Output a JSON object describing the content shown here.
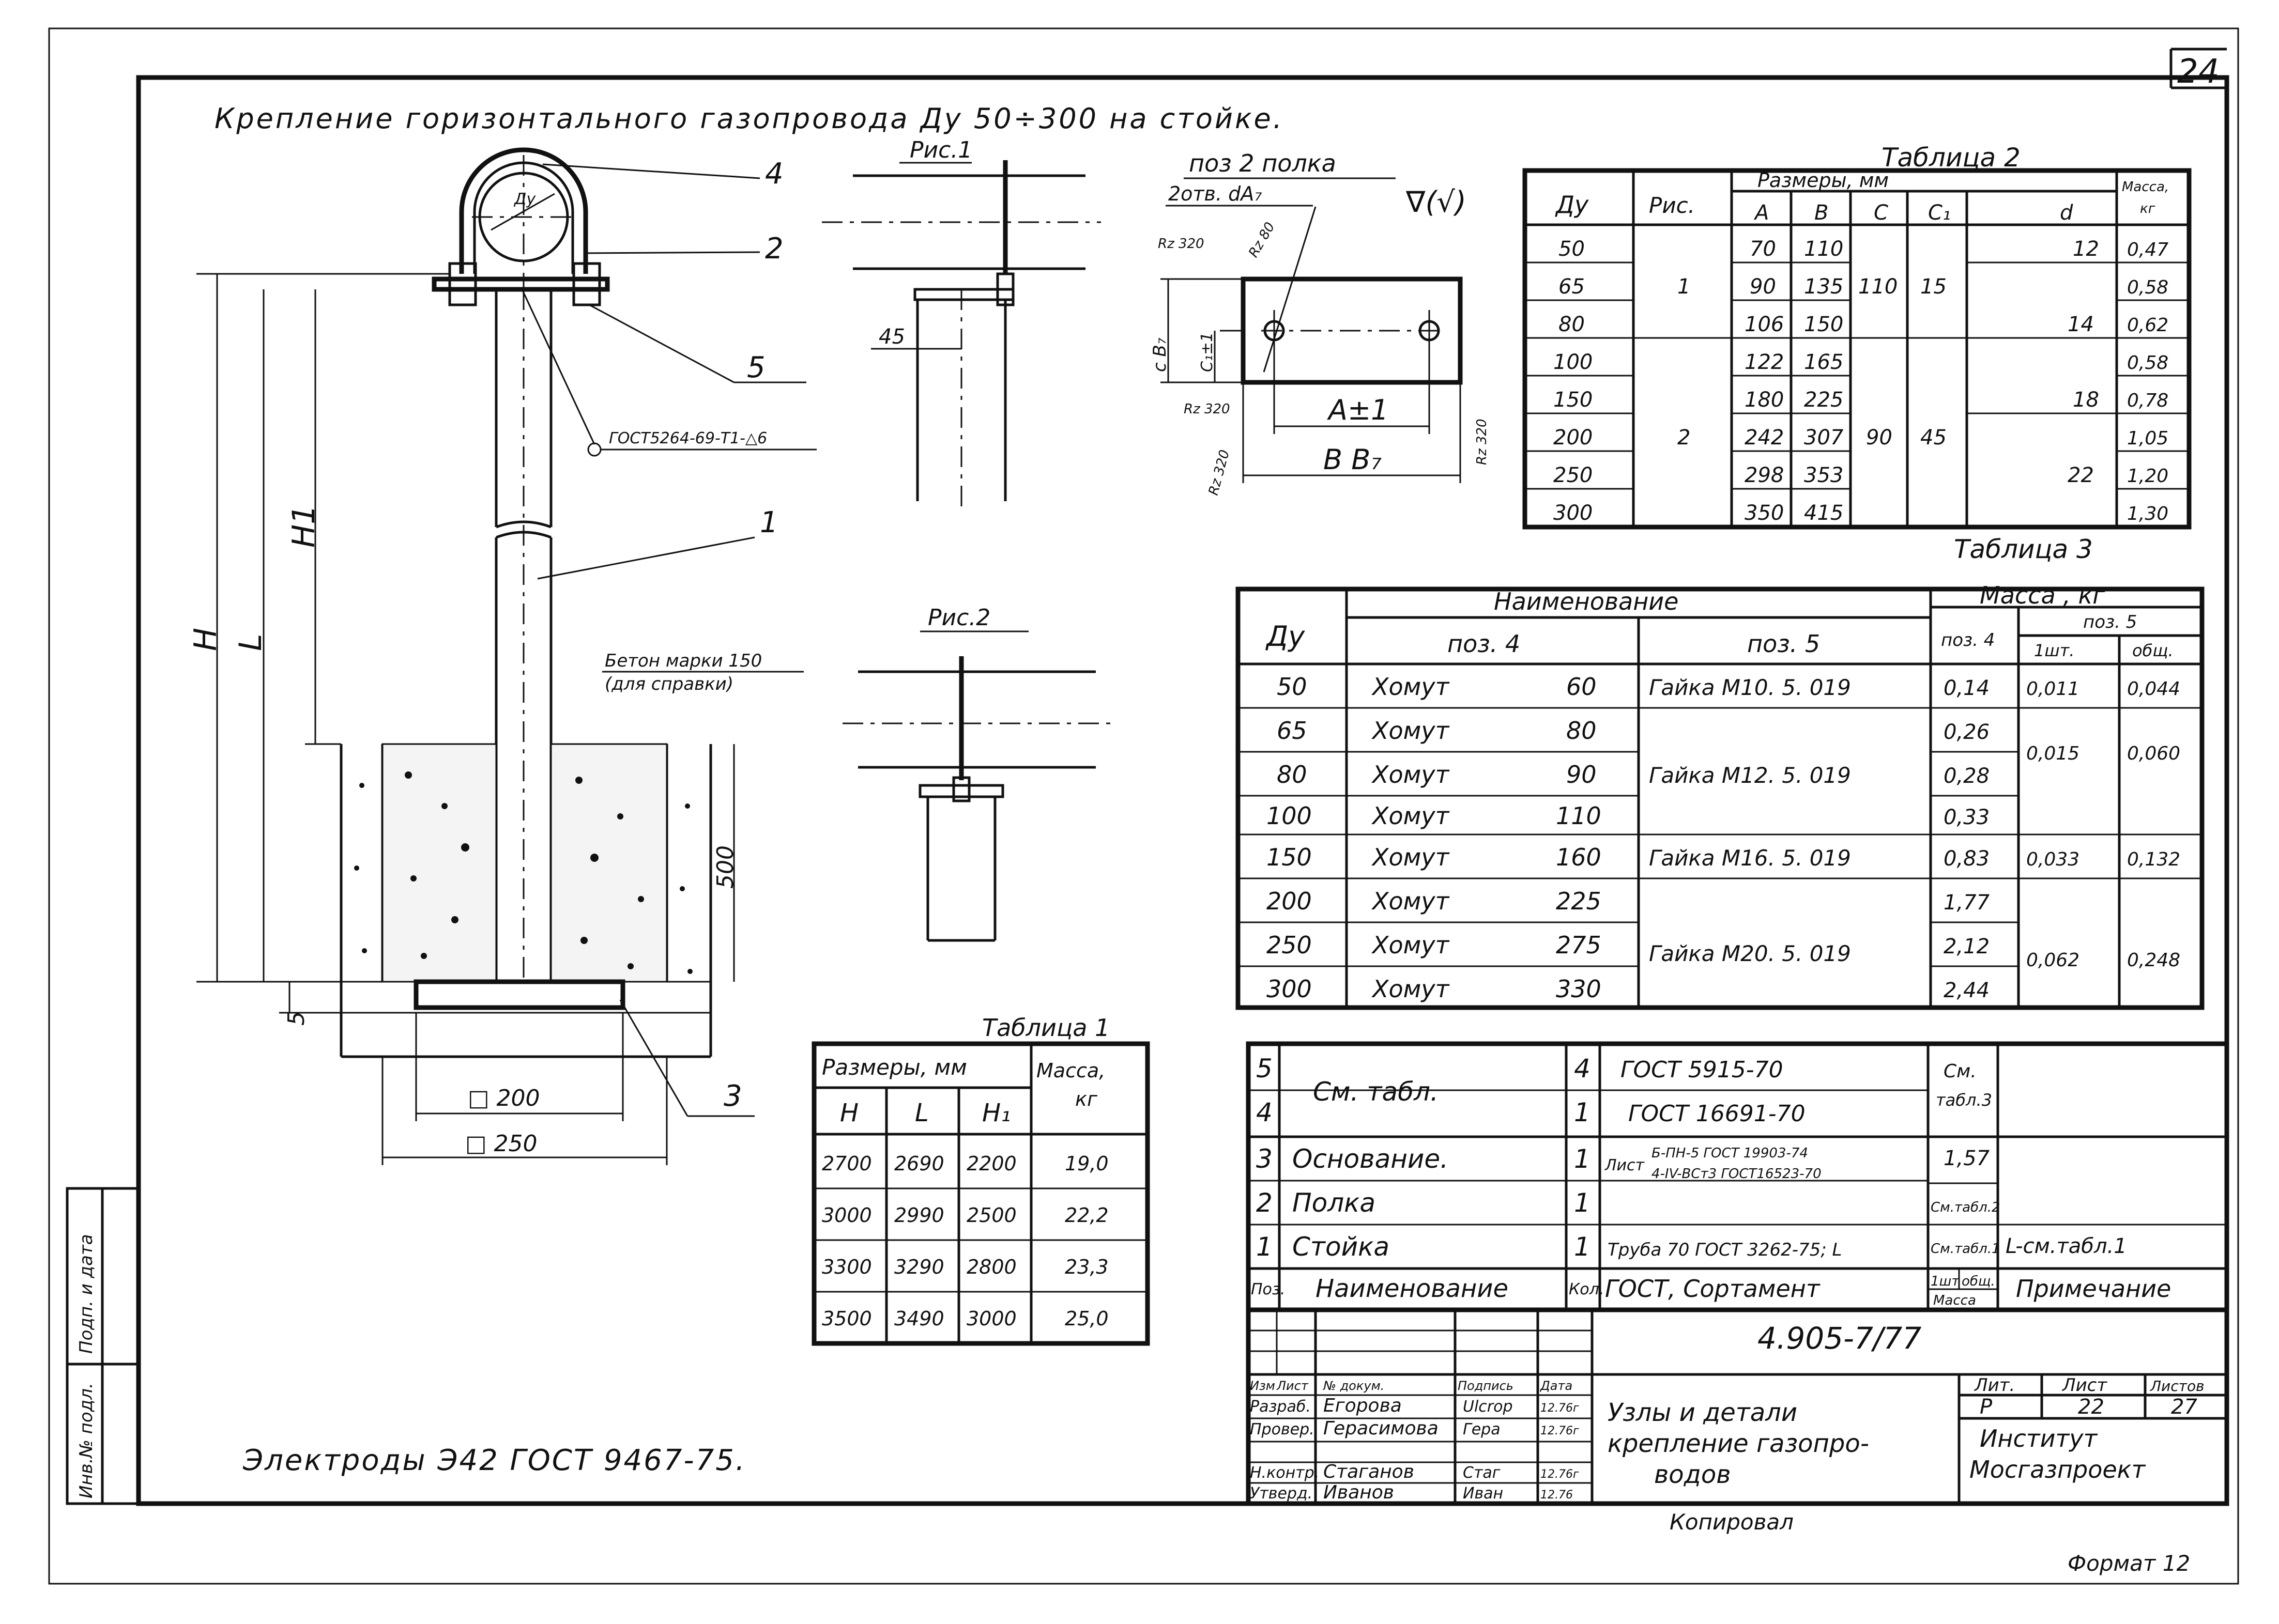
{
  "sheet_number": "24",
  "title": "Крепление горизонтального газопровода Ду 50÷300 на стойке.",
  "fig1_label": "Рис.1",
  "fig2_label": "Рис.2",
  "shelf": {
    "title": "поз 2 полка",
    "holes": "2отв. dA₇",
    "finish_mark": "∇(√)",
    "rough": [
      "Rz 320",
      "Rz 80",
      "Rz 320",
      "Rz 320",
      "Rz 320"
    ],
    "dims": [
      "A±1",
      "B B₇",
      "c B₇",
      "C₁±1"
    ]
  },
  "main_view": {
    "callouts": [
      "4",
      "2",
      "5",
      "1",
      "3"
    ],
    "weld_note": "ГОСТ5264-69-Т1-△6",
    "concrete_note_1": "Бетон марки 150",
    "concrete_note_2": "(для справки)",
    "dims": [
      "Ду",
      "H",
      "L",
      "H1",
      "500",
      "5",
      "□ 200",
      "□ 250"
    ],
    "dim_45": "45"
  },
  "table2": {
    "title": "Таблица 2",
    "head_du": "Ду",
    "head_ris": "Рис.",
    "head_sizes": "Размеры, мм",
    "head_mass": [
      "Масса,",
      "кг"
    ],
    "cols": [
      "A",
      "B",
      "C",
      "C₁",
      "d"
    ],
    "du": [
      "50",
      "65",
      "80",
      "100",
      "150",
      "200",
      "250",
      "300"
    ],
    "A": [
      "70",
      "90",
      "106",
      "122",
      "180",
      "242",
      "298",
      "350"
    ],
    "B": [
      "110",
      "135",
      "150",
      "165",
      "225",
      "307",
      "353",
      "415"
    ],
    "mass": [
      "0,47",
      "0,58",
      "0,62",
      "0,58",
      "0,78",
      "1,05",
      "1,20",
      "1,30"
    ],
    "ris_1": "1",
    "ris_2": "2",
    "c_1": "110",
    "c_2": "90",
    "c1_1": "15",
    "c1_2": "45",
    "d_12": "12",
    "d_14": "14",
    "d_18": "18",
    "d_22": "22"
  },
  "table3": {
    "title": "Таблица 3",
    "head_du": "Ду",
    "head_name": "Наименование",
    "head_mass": "Масса , кг",
    "head_pos4": "поз. 4",
    "head_pos5": "поз. 5",
    "head_mpos4": "поз. 4",
    "head_mpos5": "поз. 5",
    "head_1sht": "1шт.",
    "head_obsh": "общ.",
    "du": [
      "50",
      "65",
      "80",
      "100",
      "150",
      "200",
      "250",
      "300"
    ],
    "clamp_word": "Хомут",
    "clamp": [
      "60",
      "80",
      "90",
      "110",
      "160",
      "225",
      "275",
      "330"
    ],
    "nut_1": "Гайка М10. 5. 019",
    "nut_2": "Гайка М12. 5. 019",
    "nut_3": "Гайка М16. 5. 019",
    "nut_4": "Гайка М20. 5. 019",
    "mass4": [
      "0,14",
      "0,26",
      "0,28",
      "0,33",
      "0,83",
      "1,77",
      "2,12",
      "2,44"
    ],
    "m5_1": "0,011",
    "m5o_1": "0,044",
    "m5_2": "0,015",
    "m5o_2": "0,060",
    "m5_3": "0,033",
    "m5o_3": "0,132",
    "m5_4": "0,062",
    "m5o_4": "0,248"
  },
  "table1": {
    "title": "Таблица 1",
    "head_sizes": "Размеры, мм",
    "head_mass": [
      "Масса,",
      "кг"
    ],
    "cols": [
      "H",
      "L",
      "H₁"
    ],
    "rows": [
      [
        "2700",
        "2690",
        "2200",
        "19,0"
      ],
      [
        "3000",
        "2990",
        "2500",
        "22,2"
      ],
      [
        "3300",
        "3290",
        "2800",
        "23,3"
      ],
      [
        "3500",
        "3490",
        "3000",
        "25,0"
      ]
    ]
  },
  "spec": {
    "rows": [
      {
        "pos": "5",
        "name": "См. табл.",
        "qty": "4",
        "gost": "ГОСТ 5915-70",
        "mass": "См.",
        "note": ""
      },
      {
        "pos": "4",
        "name": "",
        "qty": "1",
        "gost": "ГОСТ 16691-70",
        "mass": "табл.3",
        "note": ""
      },
      {
        "pos": "3",
        "name": "Основание.",
        "qty": "1",
        "gost": "",
        "mass": "1,57",
        "note": ""
      },
      {
        "pos": "2",
        "name": "Полка",
        "qty": "1",
        "gost": "",
        "mass": "См.табл.2",
        "note": ""
      },
      {
        "pos": "1",
        "name": "Стойка",
        "qty": "1",
        "gost": "Труба 70 ГОСТ 3262-75; L",
        "mass": "См.табл.1",
        "note": "L-см.табл.1"
      }
    ],
    "list_word": "Лист",
    "list_top": "Б-ПН-5 ГОСТ 19903-74",
    "list_bot": "4-IV-ВСт3 ГОСТ16523-70",
    "head_poz": "Поз.",
    "head_name": "Наименование",
    "head_qty": "Кол.",
    "head_gost": "ГОСТ, Сортамент",
    "head_1sht": "1шт",
    "head_obsh": "общ.",
    "head_mass": "Масса",
    "head_note": "Примечание"
  },
  "stamp": {
    "code": "4.905-7/77",
    "head": [
      "Изм",
      "Лист",
      "№ докум.",
      "Подпись",
      "Дата"
    ],
    "people": [
      {
        "role": "Разраб.",
        "name": "Егорова",
        "sign": "Ulcrop",
        "date": "12.76г"
      },
      {
        "role": "Провер.",
        "name": "Герасимова",
        "sign": "Гера",
        "date": "12.76г"
      },
      {
        "role": "Н.контр.",
        "name": "Стаганов",
        "sign": "Стаг",
        "date": "12.76г"
      },
      {
        "role": "Утверд.",
        "name": "Иванов",
        "sign": "Иван",
        "date": "12.76"
      }
    ],
    "title_1": "Узлы и детали",
    "title_2": "крепление газопро-",
    "title_3": "водов",
    "lit_head": "Лит.",
    "list_head": "Лист",
    "lists_head": "Листов",
    "lit": "Р",
    "list": "22",
    "lists": "27",
    "org_1": "Институт",
    "org_2": "Мосгазпроект"
  },
  "side_labels": [
    "Инв.№ подл.",
    "Подп. и дата"
  ],
  "electrodes_note": "Электроды Э42 ГОСТ 9467-75.",
  "copied": "Копировал",
  "format": "Формат 12"
}
